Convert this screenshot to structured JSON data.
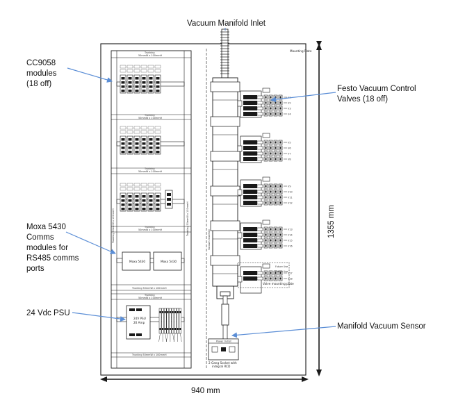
{
  "labels": {
    "vacuum_manifold_inlet": "Vacuum Manifold Inlet",
    "cc9058_line1": "CC9058",
    "cc9058_line2": "modules",
    "cc9058_line3": "(18 off)",
    "festo_line1": "Festo Vacuum Control",
    "festo_line2": "Valves (18 off)",
    "moxa_line1": "Moxa 5430",
    "moxa_line2": "Comms",
    "moxa_line3": "modules for",
    "moxa_line4": "RS485 comms",
    "moxa_line5": "ports",
    "psu": "24 Vdc PSU",
    "manifold_sensor": "Manifold Vacuum Sensor",
    "height_dim": "1355 mm",
    "width_dim": "940 mm"
  },
  "cabinet": {
    "mounting_plate": "Mounting Plate",
    "trunking_label": "Trunking",
    "trunking_size": "50mmW x 100mmH",
    "trunking_bottom": "Trunking 50mmW x 100mmH",
    "moxa_unit": "Moxa 5430",
    "psu_unit_line1": "24V PSU",
    "psu_unit_line2": "20 Amp",
    "valve_plate": "Valve mounting plate",
    "vertical_trunking": "Trunking 50mmW x 100mmH",
    "manifold_vertical": "Vacuum manifold",
    "socket_label_line1": "2 Gang Socket with",
    "socket_label_line2": "integral RCD",
    "socket_box_title": "Power Outlet",
    "valve_ids": [
      "V1",
      "V2",
      "V3",
      "V4",
      "V5",
      "V6",
      "V7",
      "V8",
      "V9",
      "V10",
      "V11",
      "V12",
      "V13",
      "V14",
      "V15",
      "V16",
      "V17",
      "V18"
    ],
    "future_use": "Future Use"
  },
  "colors": {
    "line": "#1a1a1a",
    "arrow": "#5b8ed6",
    "component_fill": "#1a1a1a"
  }
}
